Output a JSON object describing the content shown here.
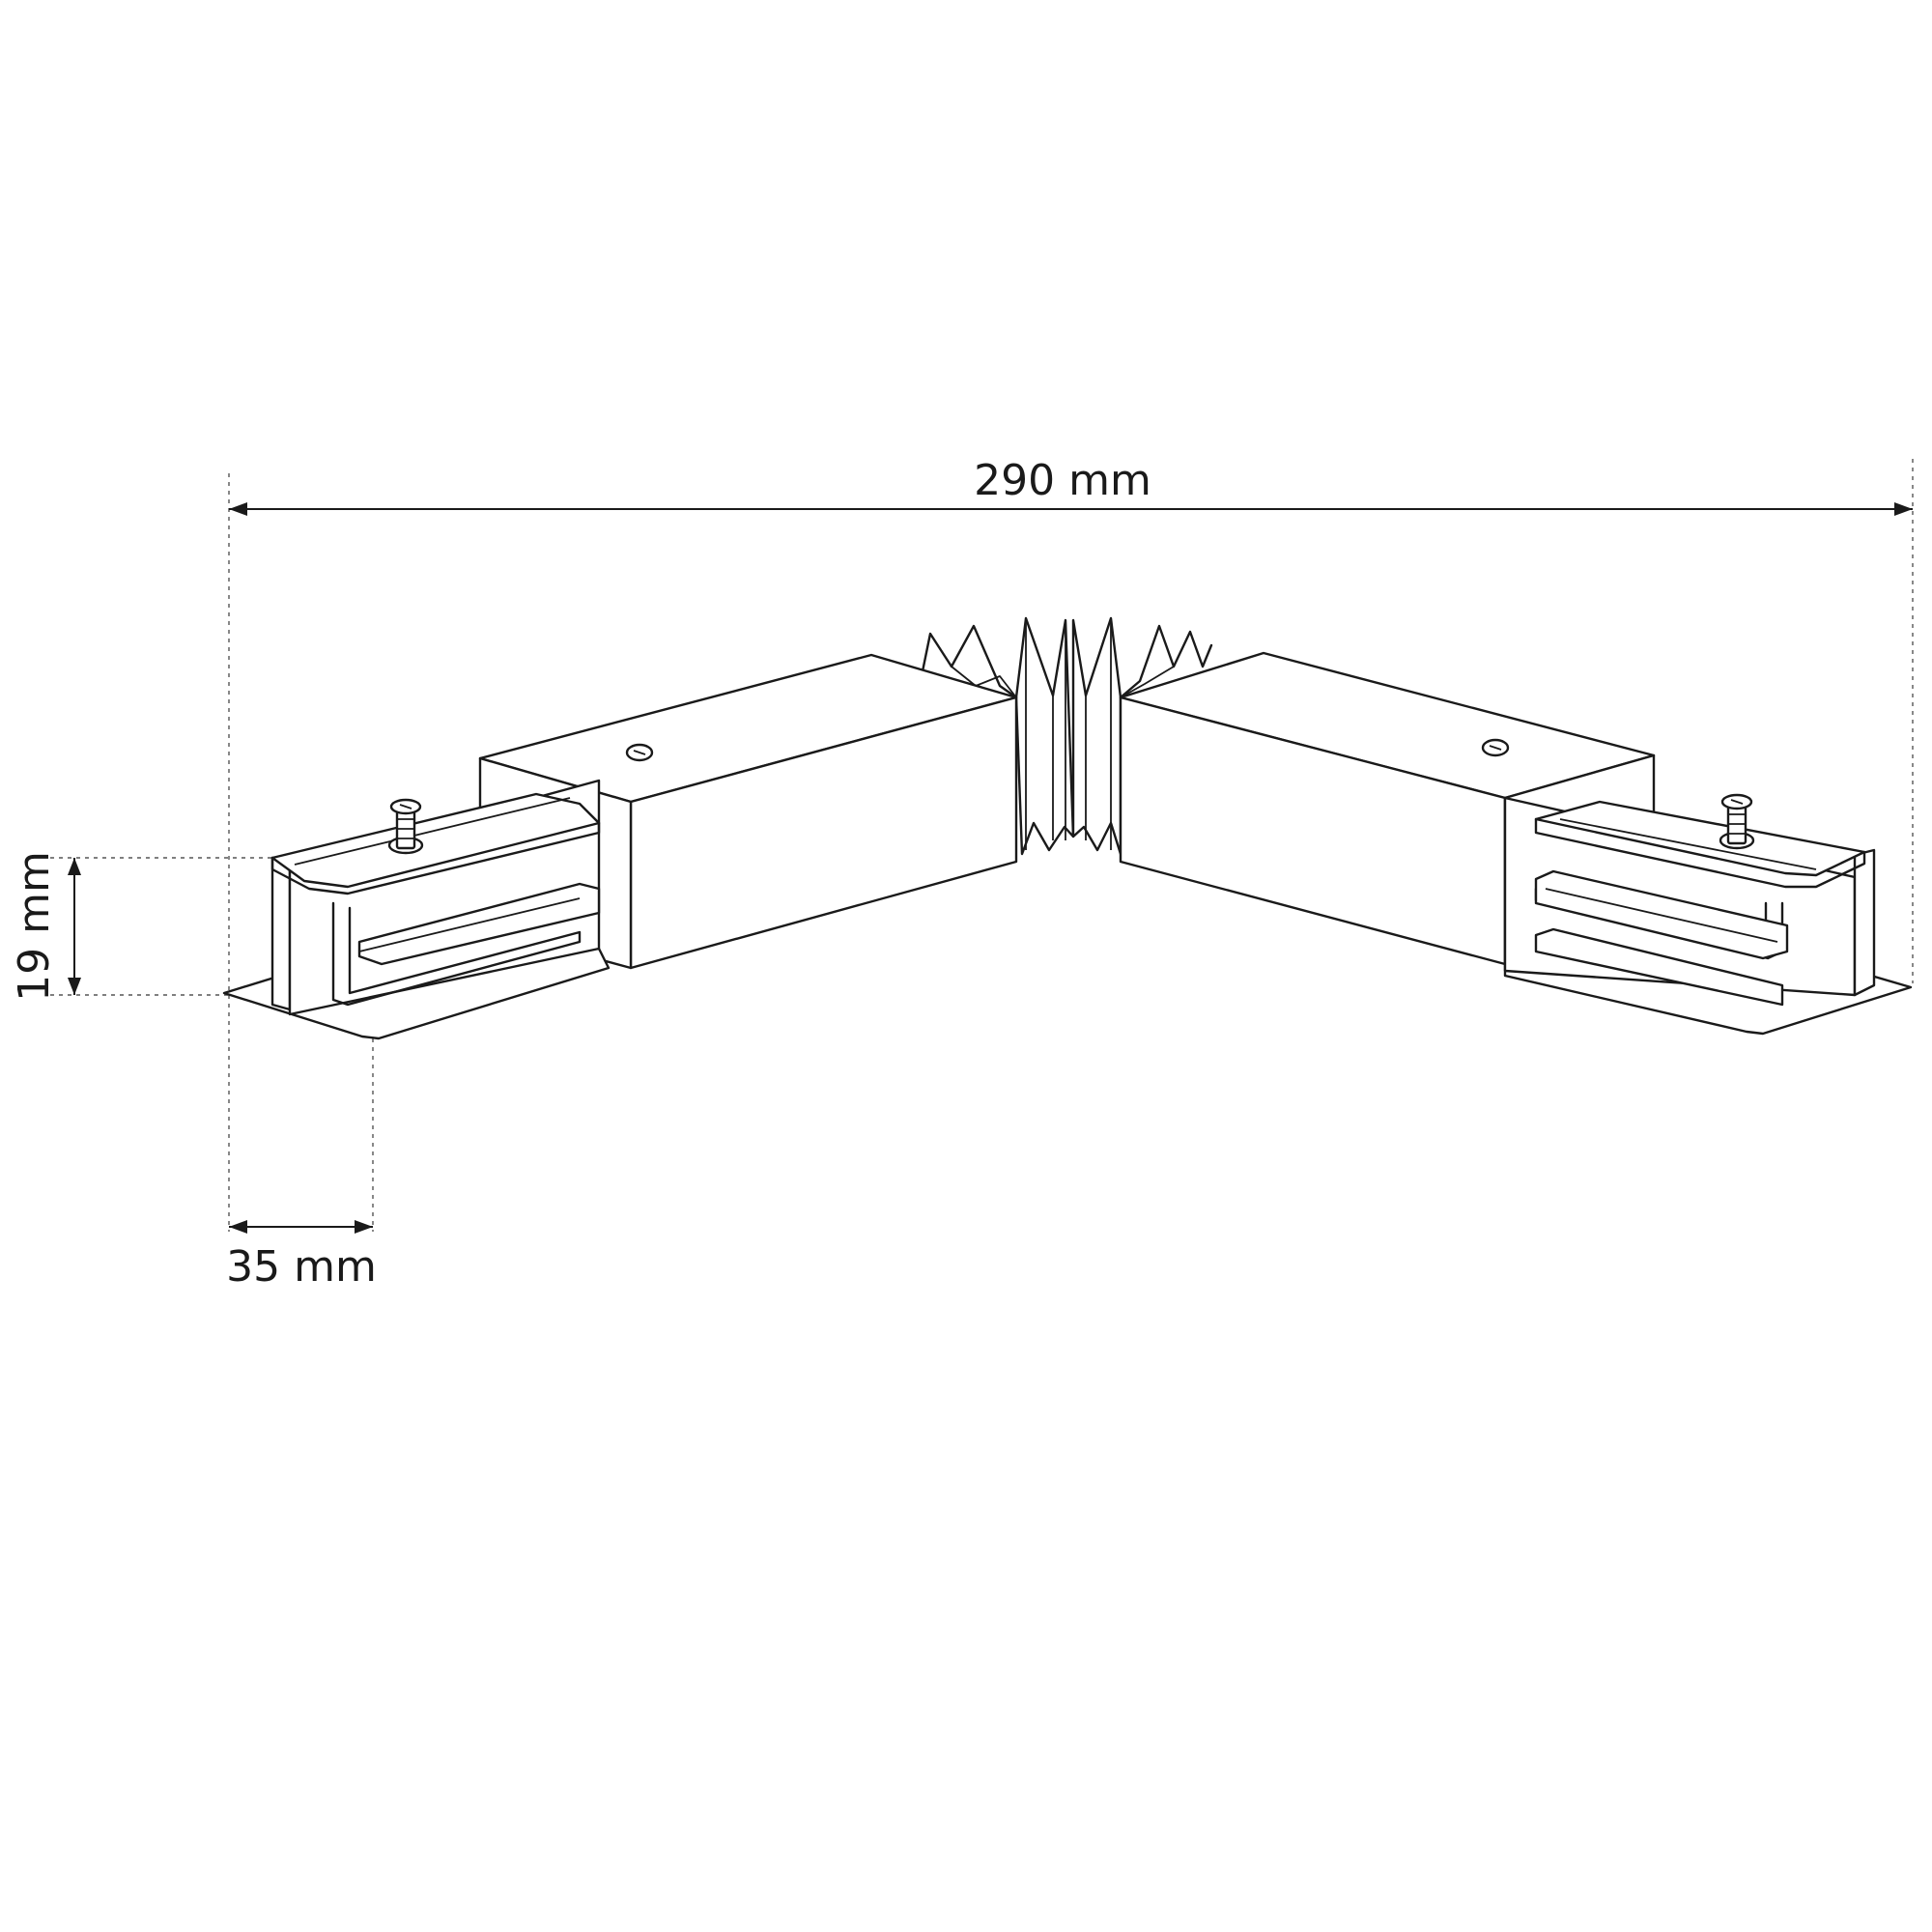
{
  "dimensions": {
    "total_length": "290 mm",
    "height": "19 mm",
    "end_length": "35 mm"
  },
  "colors": {
    "line": "#1a1a1a",
    "background": "#ffffff"
  }
}
